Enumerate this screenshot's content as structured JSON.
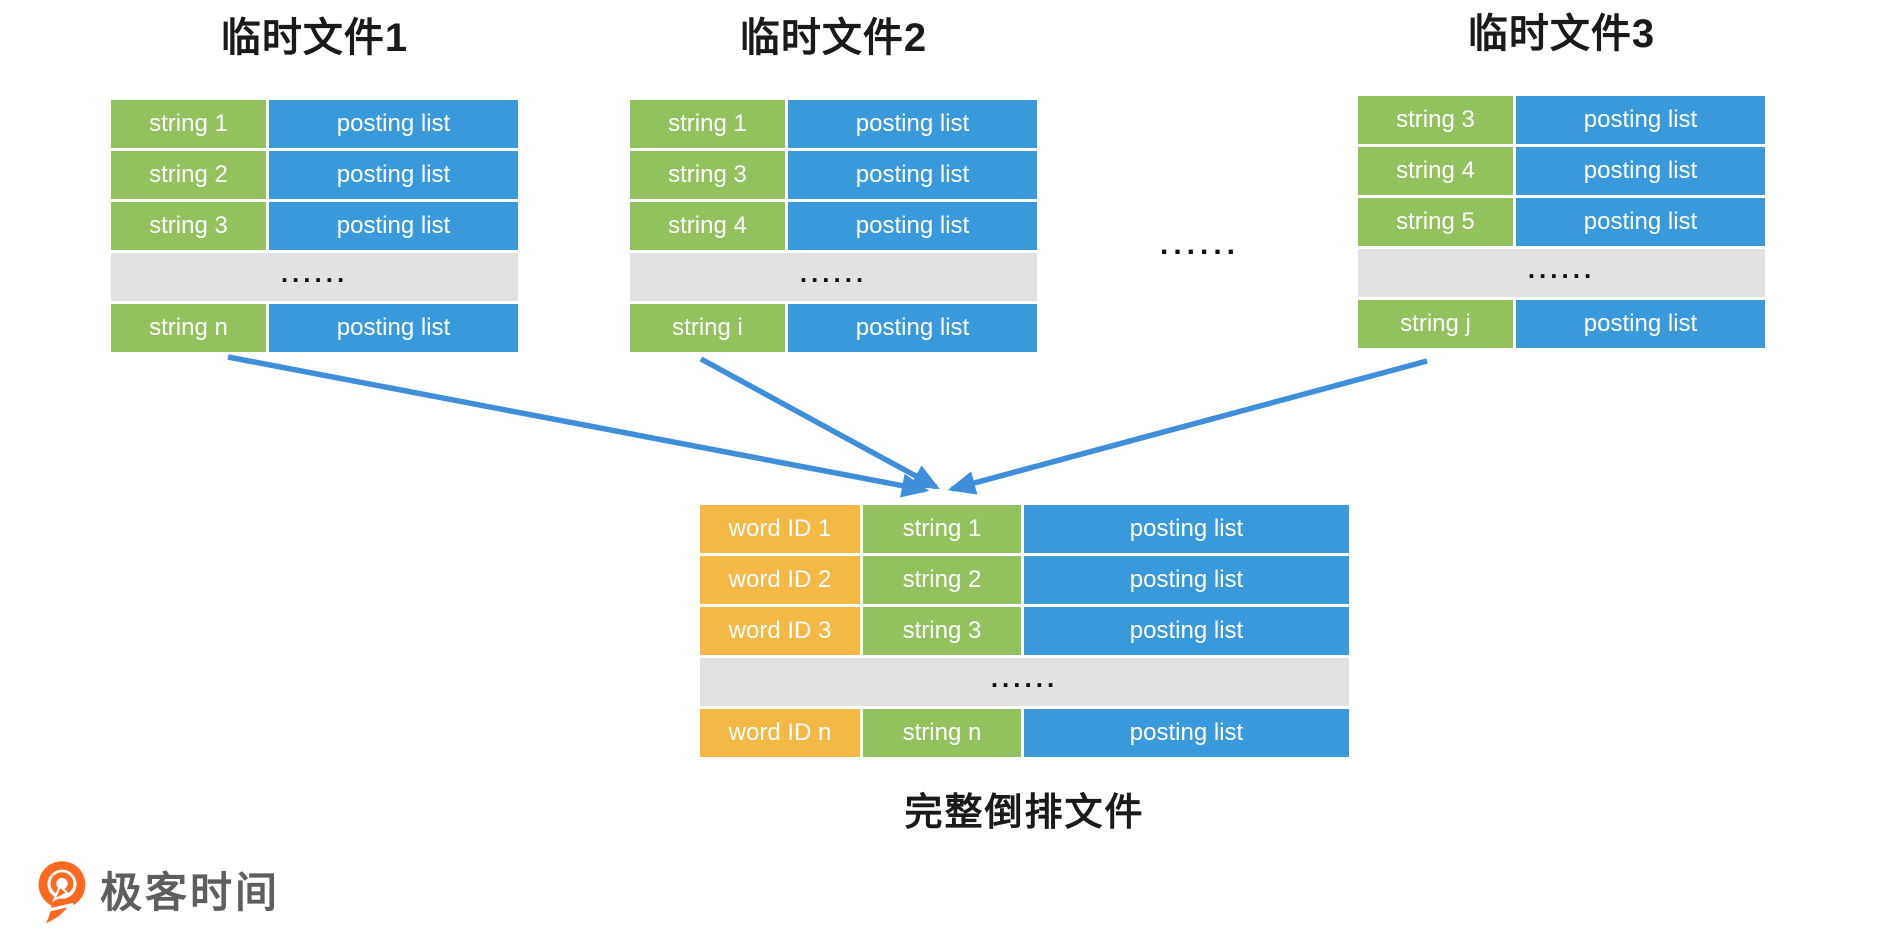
{
  "colors": {
    "green": "#93C15E",
    "blue": "#3A99DB",
    "yellow": "#F3B944",
    "gray": "#E2E2E2",
    "arrow": "#3E8ED9",
    "title_text": "#1A1A1A",
    "logo_orange": "#FB6A20",
    "logo_text": "#5E5E5E"
  },
  "temp_files": [
    {
      "title": "临时文件1",
      "rows": [
        {
          "key": "string 1",
          "value": "posting list"
        },
        {
          "key": "string 2",
          "value": "posting list"
        },
        {
          "key": "string 3",
          "value": "posting list"
        }
      ],
      "dots": "......",
      "last_row": {
        "key": "string n",
        "value": "posting list"
      }
    },
    {
      "title": "临时文件2",
      "rows": [
        {
          "key": "string 1",
          "value": "posting list"
        },
        {
          "key": "string 3",
          "value": "posting list"
        },
        {
          "key": "string 4",
          "value": "posting list"
        }
      ],
      "dots": "......",
      "last_row": {
        "key": "string i",
        "value": "posting list"
      }
    },
    {
      "title": "临时文件3",
      "rows": [
        {
          "key": "string 3",
          "value": "posting list"
        },
        {
          "key": "string 4",
          "value": "posting list"
        },
        {
          "key": "string 5",
          "value": "posting list"
        }
      ],
      "dots": "......",
      "last_row": {
        "key": "string j",
        "value": "posting list"
      }
    }
  ],
  "between_files_dots": "......",
  "merged_file": {
    "caption": "完整倒排文件",
    "rows": [
      {
        "id": "word ID 1",
        "key": "string 1",
        "value": "posting list"
      },
      {
        "id": "word ID 2",
        "key": "string 2",
        "value": "posting list"
      },
      {
        "id": "word ID 3",
        "key": "string 3",
        "value": "posting list"
      }
    ],
    "dots": "......",
    "last_row": {
      "id": "word ID n",
      "key": "string n",
      "value": "posting list"
    }
  },
  "logo": {
    "brand": "极客时间"
  }
}
